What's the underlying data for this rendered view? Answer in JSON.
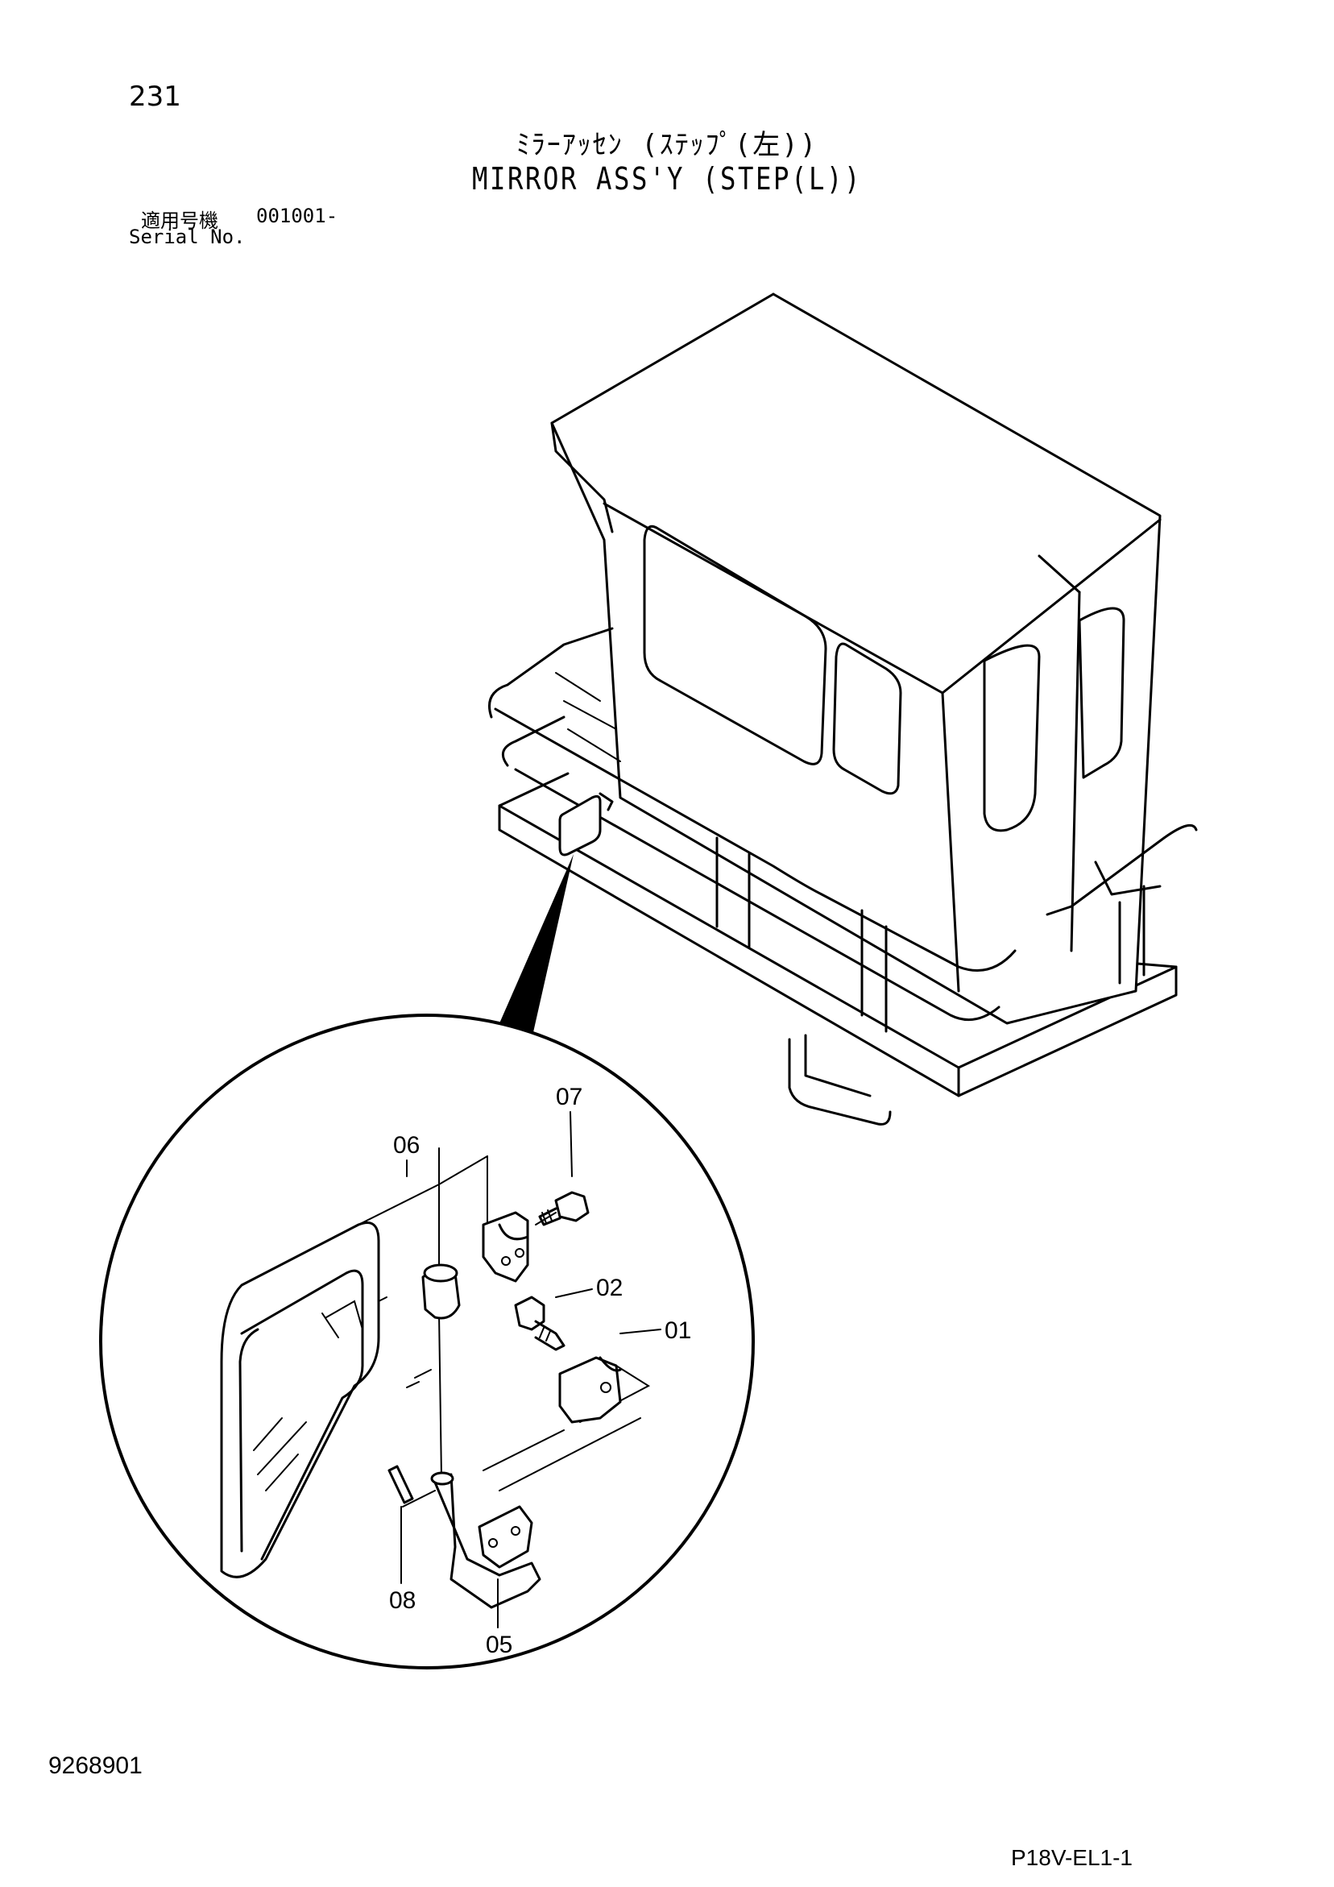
{
  "header": {
    "page_number": "231",
    "title_jp": "ﾐﾗｰｱｯｾﾝ (ｽﾃｯﾌﾟ(左))",
    "title_en": "MIRROR ASS'Y (STEP(L))",
    "serial_label_jp": "適用号機",
    "serial_value": "001001-",
    "serial_label_en": "Serial No."
  },
  "diagram": {
    "callouts": [
      "07",
      "06",
      "02",
      "01",
      "08",
      "05"
    ]
  },
  "footer": {
    "drawing_number": "9268901",
    "sheet_code": "P18V-EL1-1"
  }
}
